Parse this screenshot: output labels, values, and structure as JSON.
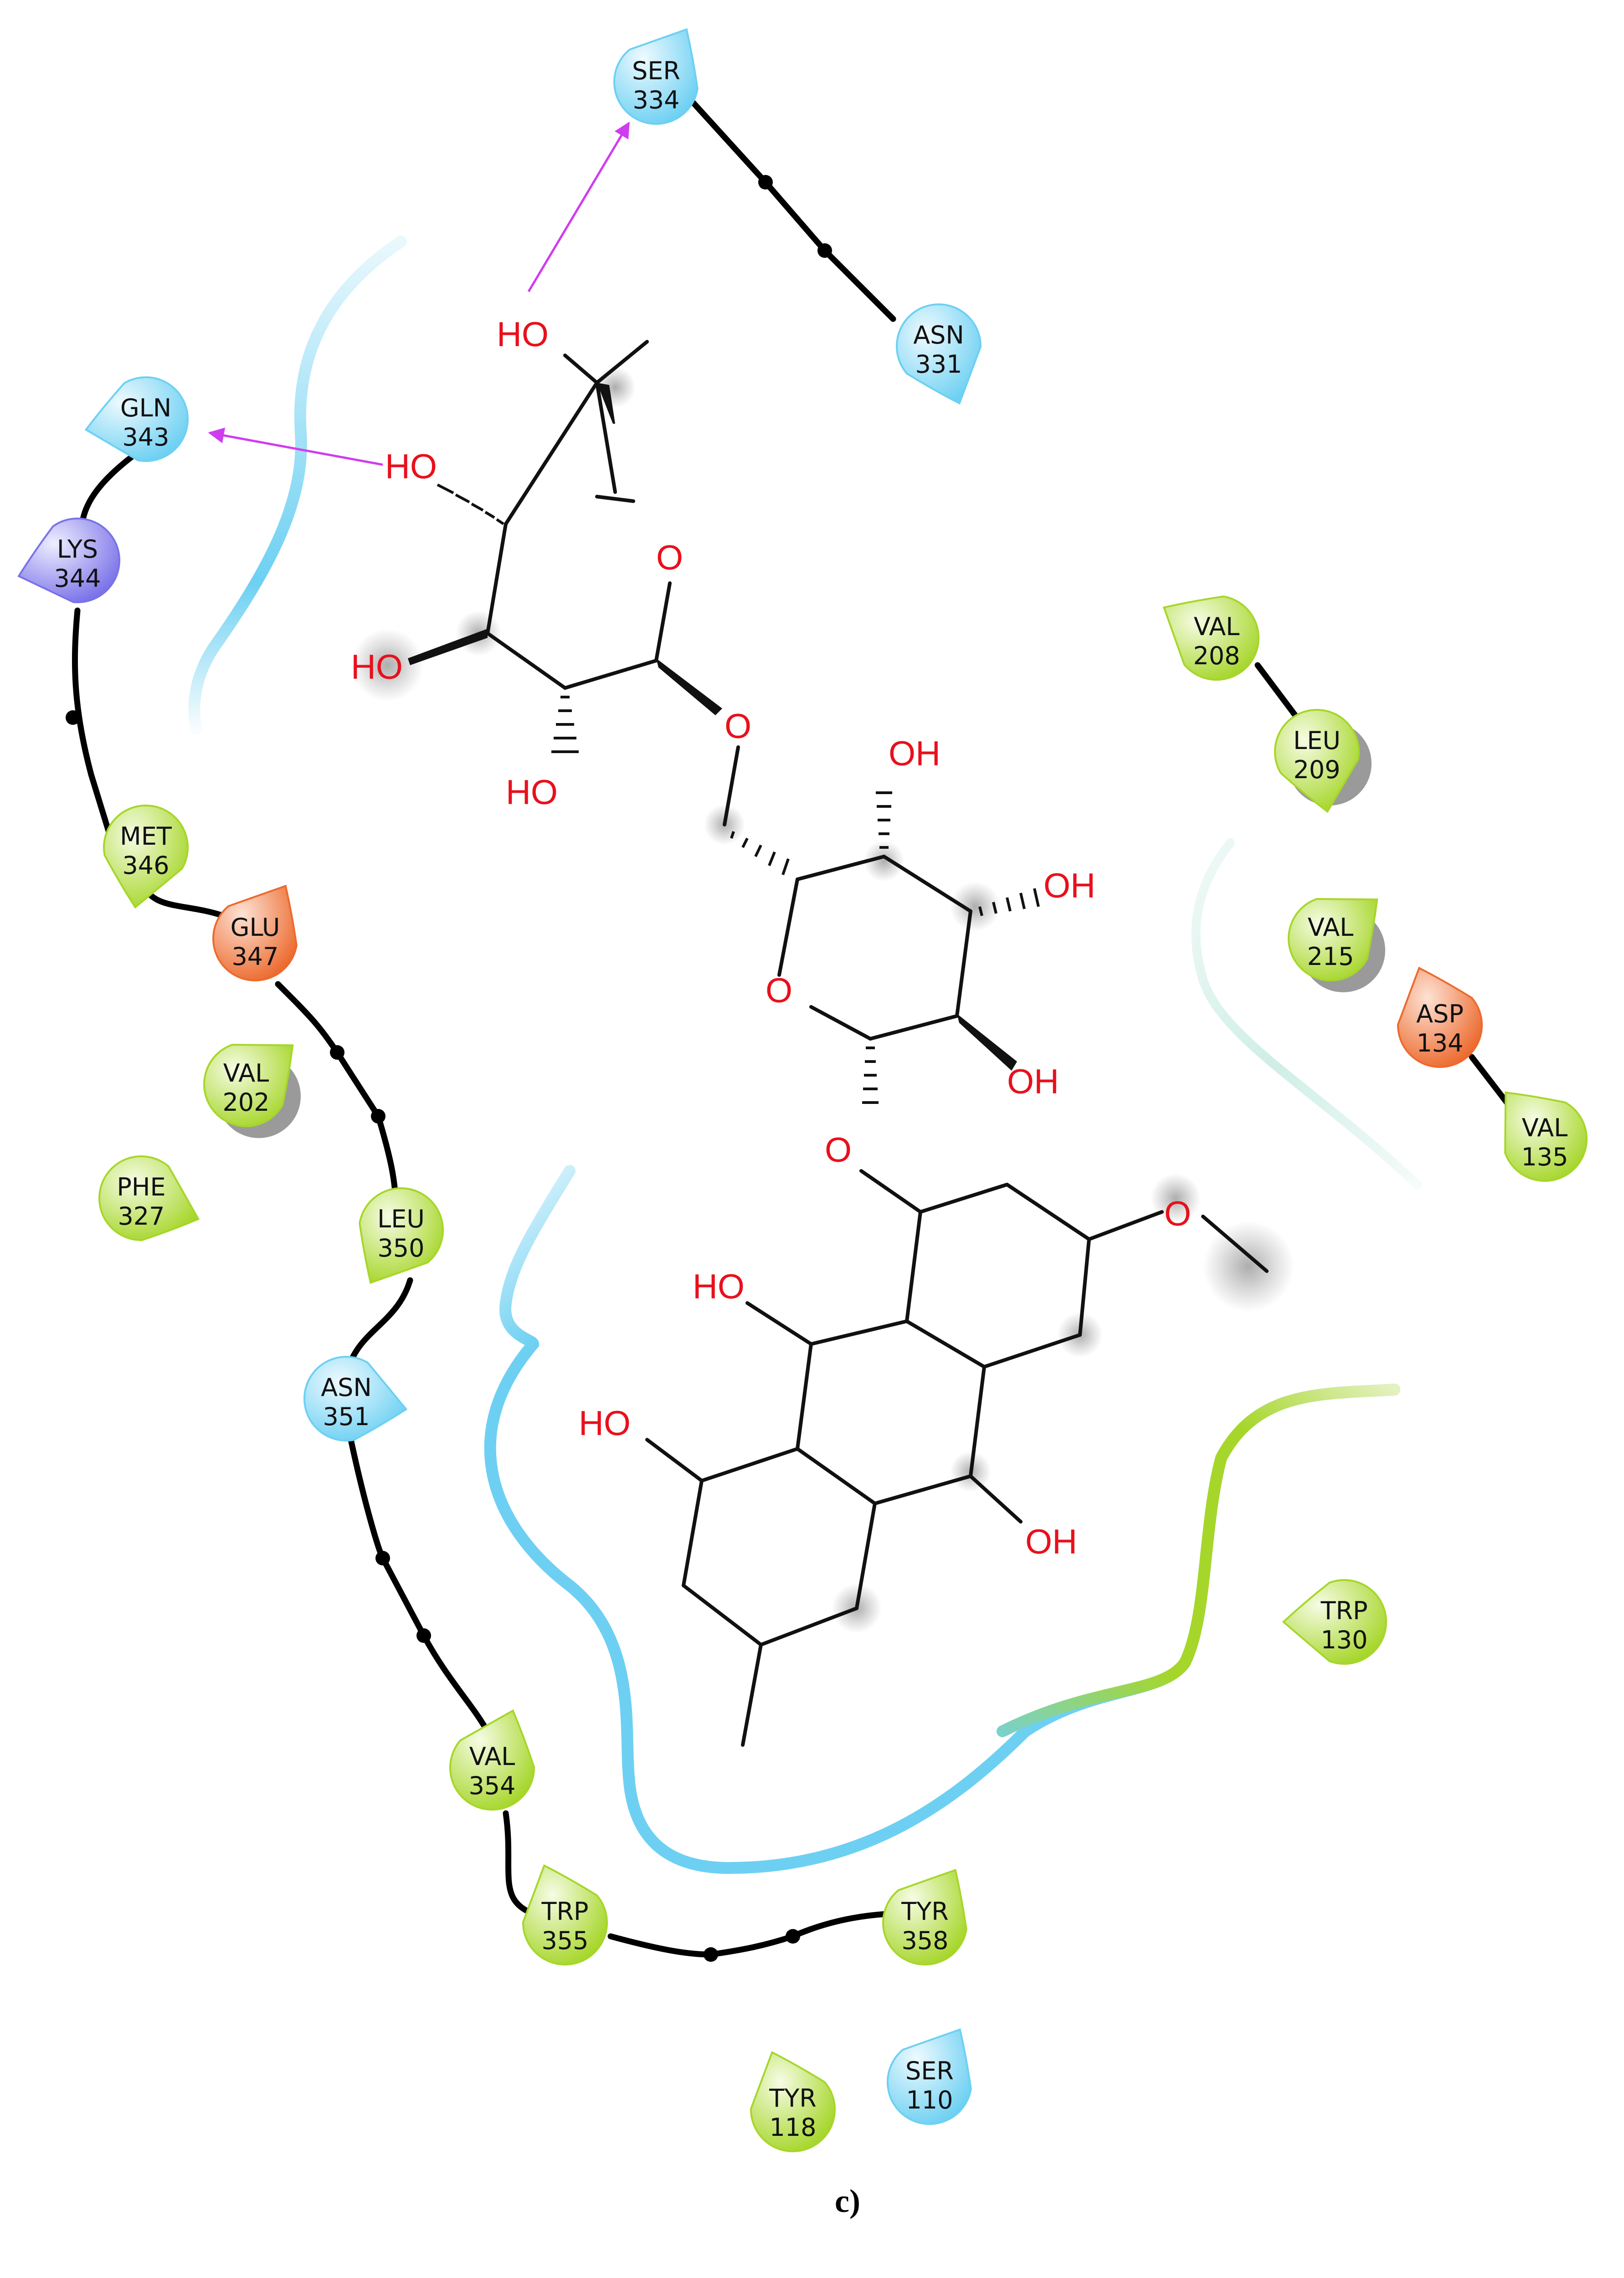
{
  "caption": "c)",
  "colors": {
    "hydrophobic": "#a6d62a",
    "polar": "#6dd0f2",
    "negative": "#ec6a2e",
    "positive": "#7a72e8",
    "hbond": "#d03cf0",
    "heteroatom": "#e8101c"
  },
  "residues": [
    {
      "name": "SER",
      "num": "334",
      "type": "polar"
    },
    {
      "name": "ASN",
      "num": "331",
      "type": "polar"
    },
    {
      "name": "GLN",
      "num": "343",
      "type": "polar"
    },
    {
      "name": "LYS",
      "num": "344",
      "type": "positive"
    },
    {
      "name": "MET",
      "num": "346",
      "type": "hydrophobic"
    },
    {
      "name": "GLU",
      "num": "347",
      "type": "negative"
    },
    {
      "name": "VAL",
      "num": "202",
      "type": "hydrophobic"
    },
    {
      "name": "PHE",
      "num": "327",
      "type": "hydrophobic"
    },
    {
      "name": "LEU",
      "num": "350",
      "type": "hydrophobic"
    },
    {
      "name": "ASN",
      "num": "351",
      "type": "polar"
    },
    {
      "name": "VAL",
      "num": "354",
      "type": "hydrophobic"
    },
    {
      "name": "TRP",
      "num": "355",
      "type": "hydrophobic"
    },
    {
      "name": "TYR",
      "num": "358",
      "type": "hydrophobic"
    },
    {
      "name": "SER",
      "num": "110",
      "type": "polar"
    },
    {
      "name": "TYR",
      "num": "118",
      "type": "hydrophobic"
    },
    {
      "name": "VAL",
      "num": "208",
      "type": "hydrophobic"
    },
    {
      "name": "LEU",
      "num": "209",
      "type": "hydrophobic"
    },
    {
      "name": "VAL",
      "num": "215",
      "type": "hydrophobic"
    },
    {
      "name": "ASP",
      "num": "134",
      "type": "negative"
    },
    {
      "name": "VAL",
      "num": "135",
      "type": "hydrophobic"
    },
    {
      "name": "TRP",
      "num": "130",
      "type": "hydrophobic"
    }
  ],
  "atoms": [
    "HO",
    "HO",
    "HO",
    "HO",
    "O",
    "O",
    "OH",
    "OH",
    "OH",
    "O",
    "O",
    "O",
    "HO",
    "HO",
    "OH"
  ]
}
